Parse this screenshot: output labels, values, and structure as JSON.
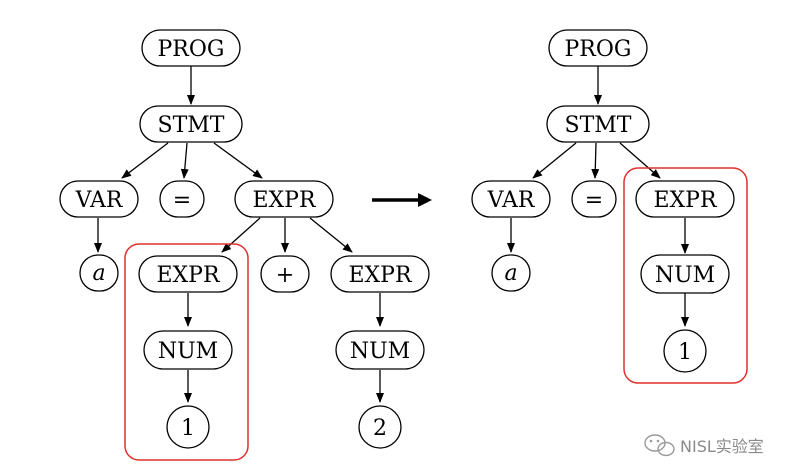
{
  "left_tree": {
    "prog": "PROG",
    "stmt": "STMT",
    "var": "VAR",
    "eq": "=",
    "expr": "EXPR",
    "var_value": "a",
    "sub_expr_left": "EXPR",
    "plus": "+",
    "sub_expr_right": "EXPR",
    "num_left": "NUM",
    "num_right": "NUM",
    "literal_left": "1",
    "literal_right": "2"
  },
  "right_tree": {
    "prog": "PROG",
    "stmt": "STMT",
    "var": "VAR",
    "eq": "=",
    "expr": "EXPR",
    "var_value": "a",
    "num": "NUM",
    "literal": "1"
  },
  "colors": {
    "highlight": "#e0302c",
    "stroke": "#000000",
    "watermark": "#8a8a8a"
  },
  "watermark": {
    "text": "NISL实验室",
    "icon": "wechat-icon"
  }
}
